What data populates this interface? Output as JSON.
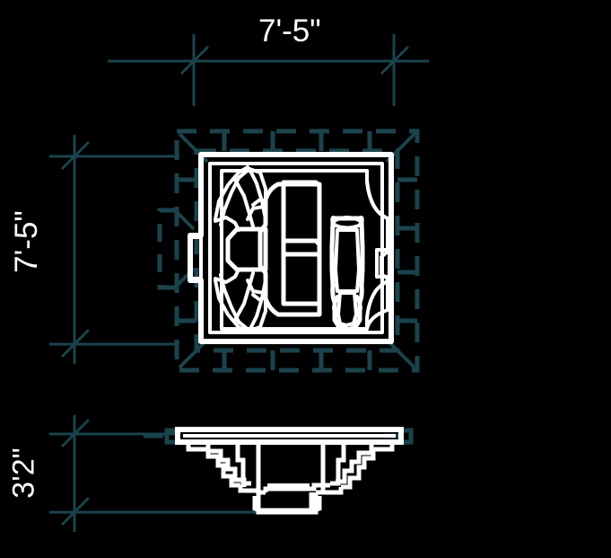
{
  "drawing": {
    "background_color": "#000000",
    "object_line_color": "#ffffff",
    "dimension_line_color": "#1b434c",
    "dashed_outline_color": "#1b434c",
    "text_color": "#ffffff"
  },
  "dimensions": {
    "width_label": "7'-5\"",
    "depth_label": "7'-5\"",
    "height_label": "3'2\""
  },
  "views": {
    "plan": {
      "name": "plan-view",
      "tub_outline": "square-spa-shell",
      "features": [
        "corner-lounger-seat",
        "angular-bench-seats",
        "center-footwell",
        "left-access-notch",
        "right-access-notch"
      ]
    },
    "elevation": {
      "name": "side-elevation-view",
      "profile": "stepped-spa-shell"
    }
  },
  "clearance": {
    "name": "dashed-clearance-grid",
    "style": "dashed"
  }
}
